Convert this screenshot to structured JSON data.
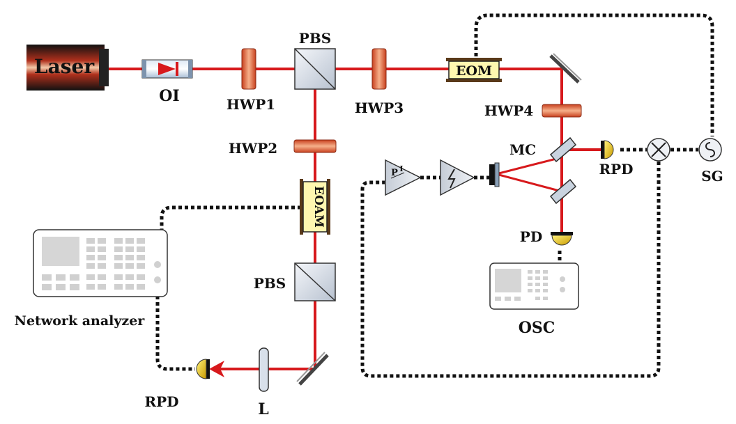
{
  "labels": {
    "laser": "Laser",
    "oi": "OI",
    "hwp1": "HWP1",
    "pbs_top": "PBS",
    "hwp3": "HWP3",
    "eom": "EOM",
    "hwp4": "HWP4",
    "hwp2": "HWP2",
    "eoam": "EOAM",
    "mc": "MC",
    "rpd_right": "RPD",
    "sg": "SG",
    "pd": "PD",
    "osc": "OSC",
    "pbs_bottom": "PBS",
    "network_analyzer": "Network analyzer",
    "rpd_bottom": "RPD",
    "lens": "L",
    "pi_controller": "PI",
    "pi_letter_p": "P",
    "pi_letter_i": "I"
  },
  "colors": {
    "beam": "#d7191c",
    "cable": "#111111",
    "detector": "#e3c200",
    "waveplate": "#e04b2a",
    "eom_fill": "#fff7b0"
  }
}
